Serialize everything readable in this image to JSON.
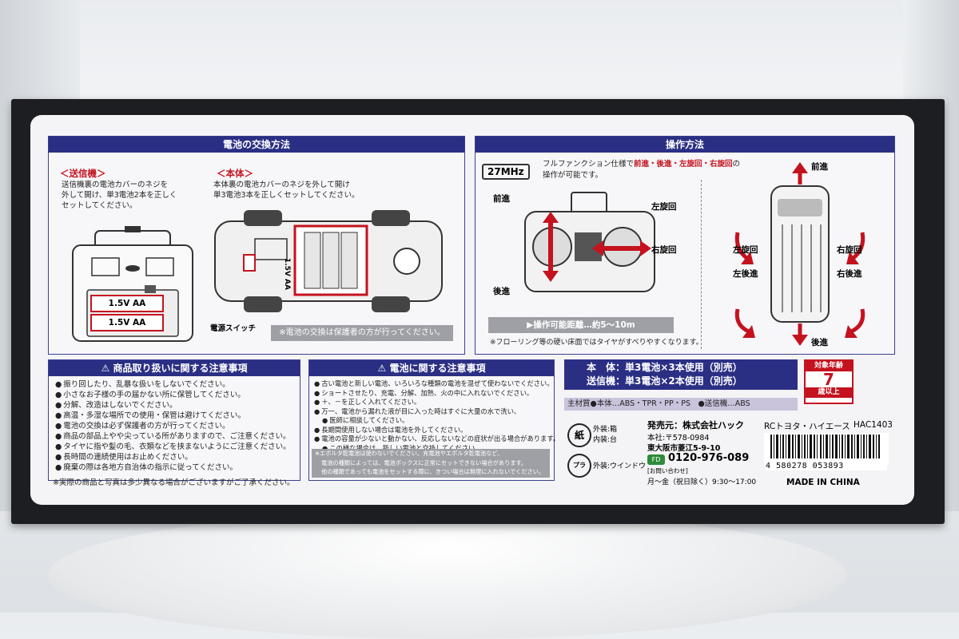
{
  "battery": {
    "title": "電池の交換方法",
    "tx_heading": "＜送信機＞",
    "tx_text": [
      "送信機裏の電池カバーのネジを",
      "外して開け、単3電池2本を正しく",
      "セットしてください。"
    ],
    "tx_cells": [
      "1.5V AA",
      "1.5V AA"
    ],
    "body_heading": "＜本体＞",
    "body_text": [
      "本体裏の電池カバーのネジを外して開け",
      "単3電池3本を正しくセットしてください。"
    ],
    "body_cell": "1.5V AA",
    "switch_label": "電源スイッチ",
    "guardian_note": "※電池の交換は保護者の方が行ってください。"
  },
  "operation": {
    "title": "操作方法",
    "freq": "27MHz",
    "desc_1_pre": "フルファンクション仕様で",
    "desc_1_red": "前進・後進・左旋回・右旋回",
    "desc_1_post": "の",
    "desc_2": "操作が可能です。",
    "ctrl_forward": "前進",
    "ctrl_backward": "後進",
    "ctrl_left": "左旋回",
    "ctrl_right": "右旋回",
    "range_label": "▶操作可能距離…約5～10m",
    "floor_note": "※フローリング等の硬い床面ではタイヤがすべりやすくなります。",
    "car_forward": "前進",
    "car_backward": "後進",
    "car_left_turn": "左旋回",
    "car_right_turn": "右旋回",
    "car_left_back": "左後進",
    "car_right_back": "右後進"
  },
  "handling": {
    "title": "商品取り扱いに関する注意事項",
    "items": [
      "振り回したり、乱暴な扱いをしないでください。",
      "小さなお子様の手の届かない所に保管してください。",
      "分解、改造はしないでください。",
      "高温・多湿な場所での使用・保管は避けてください。",
      "電池の交換は必ず保護者の方が行ってください。",
      "商品の部品上やや尖っている所がありますので、ご注意ください。",
      "タイヤに指や髪の毛、衣類などを挟まないようにご注意ください。",
      "長時間の連続使用はお止めください。",
      "廃棄の際は各地方自治体の指示に従ってください。"
    ],
    "footnote": "※実際の商品と写真は多少異なる場合がございますがご了承ください。"
  },
  "battery_caution": {
    "title": "電池に関する注意事項",
    "items": [
      "古い電池と新しい電池、いろいろな種類の電池を混ぜて使わないでください。",
      "ショートさせたり、充電、分解、加熱、火の中に入れないでください。",
      "＋、－を正しく入れてください。",
      "万一、電池から漏れた液が目に入った時はすぐに大量の水で洗い、",
      "医師に相談してください。",
      "長期間使用しない場合は電池を外してください。",
      "電池の容量が少ないと動かない、反応しないなどの症状が出る場合があります。",
      "この様な場合は、新しい電池と交換してください。"
    ],
    "note_lines": [
      "※エボルタ乾電池は使わないでください。充電池やエボルタ乾電池など、",
      "電池の種類によっては、電池ボックスに正常にセットできない場合があります。",
      "他の種類であっても電池をセットする際に、きつい場合は無理に入れないでください。"
    ]
  },
  "specs": {
    "line1": "本　体：単3電池×3本使用（別売）",
    "line2": "送信機：単3電池×2本使用（別売）",
    "age_top": "対象年齢",
    "age_num": "7",
    "age_bottom": "歳以上",
    "material": "主材質●本体…ABS・TPR・PP・PS　●送信機…ABS"
  },
  "recycle": {
    "paper_mark": "紙",
    "outer": "外装:箱",
    "inner": "内装:台",
    "plastic_mark": "プラ",
    "plastic_text": "外装:ウインドウ"
  },
  "seller": {
    "label": "発売元：株式会社ハック",
    "address1": "本社:〒578-0984",
    "address2": "東大阪市菱江5-9-10",
    "freedial_mark": "FD",
    "phone": "0120-976-089",
    "inquiry": "[お問い合わせ]",
    "hours": "月～金（祝日除く）9:30～17:00"
  },
  "product": {
    "name": "RCトヨタ・ハイエース",
    "code": "HAC1403",
    "barcode": "4 580278 053893",
    "origin": "MADE IN CHINA"
  },
  "colors": {
    "navy": "#2b2f84",
    "red": "#c4131f",
    "box": "#1d1e21",
    "panel": "#f4f4f6"
  }
}
